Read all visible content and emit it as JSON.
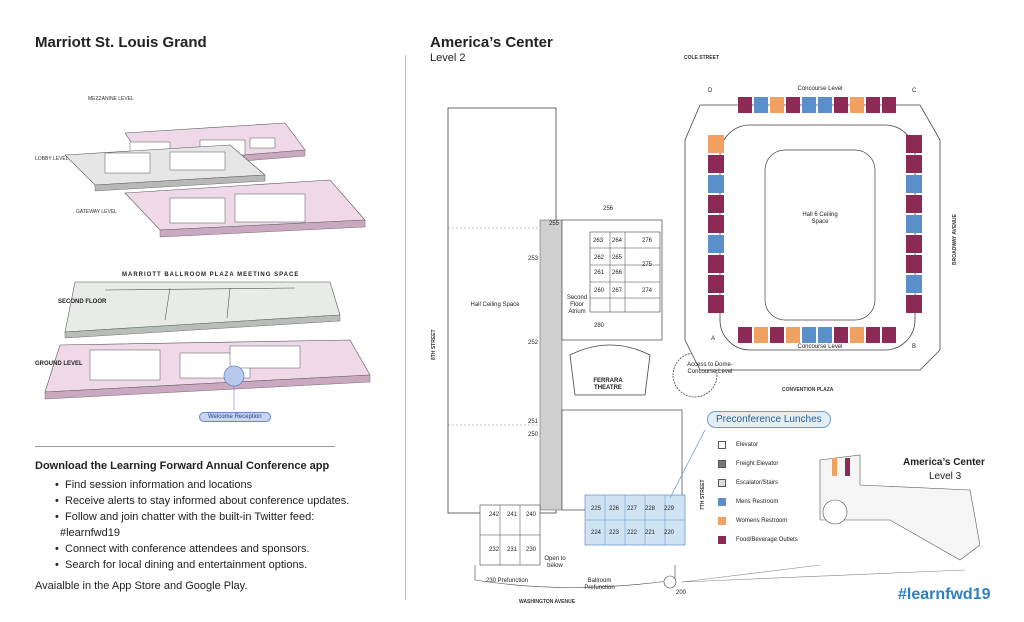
{
  "left": {
    "title": "Marriott St. Louis Grand",
    "levels": {
      "mezzanine": "MEZZANINE LEVEL",
      "lobby": "LOBBY LEVEL",
      "gateway": "GATEWAY LEVEL",
      "ballroom_title": "MARRIOTT BALLROOM PLAZA MEETING SPACE",
      "second_floor": "SECOND FLOOR",
      "ground_level": "GROUND LEVEL"
    },
    "welcome_label": "Welcome Reception",
    "app": {
      "title": "Download the Learning Forward Annual Conference app",
      "bullets": [
        "Find session information and locations",
        "Receive alerts to stay informed about conference updates.",
        "Follow and join chatter with the built-in Twitter feed:"
      ],
      "hashtag_line": "#learnfwd19",
      "bullets2": [
        "Connect with conference attendees and sponsors.",
        "Search for local dining and entertainment options."
      ],
      "availability": "Avaialble in the App Store and Google Play."
    }
  },
  "right": {
    "title": "America’s Center",
    "subtitle": "Level 2",
    "streets": {
      "cole": "COLE STREET",
      "eighth": "8TH STREET",
      "seventh": "7TH STREET",
      "broadway": "BROADWAY AVENUE",
      "washington": "WASHINGTON AVENUE",
      "convention_plaza": "CONVENTION PLAZA"
    },
    "map_labels": {
      "hall_ceiling": "Hall Ceiling Space",
      "second_floor_atrium": "Second Floor Atrium",
      "ferrara": "FERRARA THEATRE",
      "dome_access": "Access to Dome-Concourse Level",
      "hall6": "Hall 6 Ceiling Space",
      "concourse_top": "Concourse Level",
      "concourse_bottom": "Concourse Level",
      "prefunction_230": "230 Prefunction",
      "ballroom_prefunction": "Ballroom Prefunction",
      "open_to_below": "Open to below"
    },
    "rooms": {
      "upper": [
        "263",
        "264",
        "276",
        "262",
        "265",
        "275",
        "261",
        "266",
        "260",
        "267",
        "274"
      ],
      "side": [
        "256",
        "255",
        "253",
        "252",
        "251",
        "250",
        "280"
      ],
      "left_block": [
        "242",
        "241",
        "240",
        "232",
        "231",
        "230"
      ],
      "lunch_top": [
        "225",
        "226",
        "227",
        "228",
        "229"
      ],
      "lunch_bottom": [
        "224",
        "223",
        "222",
        "221",
        "220"
      ],
      "corners": [
        "A",
        "B",
        "C",
        "D",
        "200"
      ]
    },
    "preconference": "Preconference Lunches",
    "legend": [
      {
        "label": "Elevator",
        "color": "#ffffff"
      },
      {
        "label": "Freight Elevator",
        "color": "#777777"
      },
      {
        "label": "Escalator/Stairs",
        "color": "#dddddd"
      },
      {
        "label": "Mens Restroom",
        "color": "#5b8fc9"
      },
      {
        "label": "Womens Restroom",
        "color": "#f0a060"
      },
      {
        "label": "Food/Beverage Outlets",
        "color": "#8a2a55"
      }
    ],
    "level3": {
      "title": "America’s Center",
      "subtitle": "Level 3"
    },
    "hashtag": "#learnfwd19"
  },
  "colors": {
    "pink_floor": "#efd9e8",
    "dome_purple": "#8a2a55",
    "dome_blue": "#5b8fc9",
    "dome_orange": "#f0a060",
    "lunch_blue": "#cfe3f2",
    "hashtag_blue": "#2e7fc0"
  }
}
